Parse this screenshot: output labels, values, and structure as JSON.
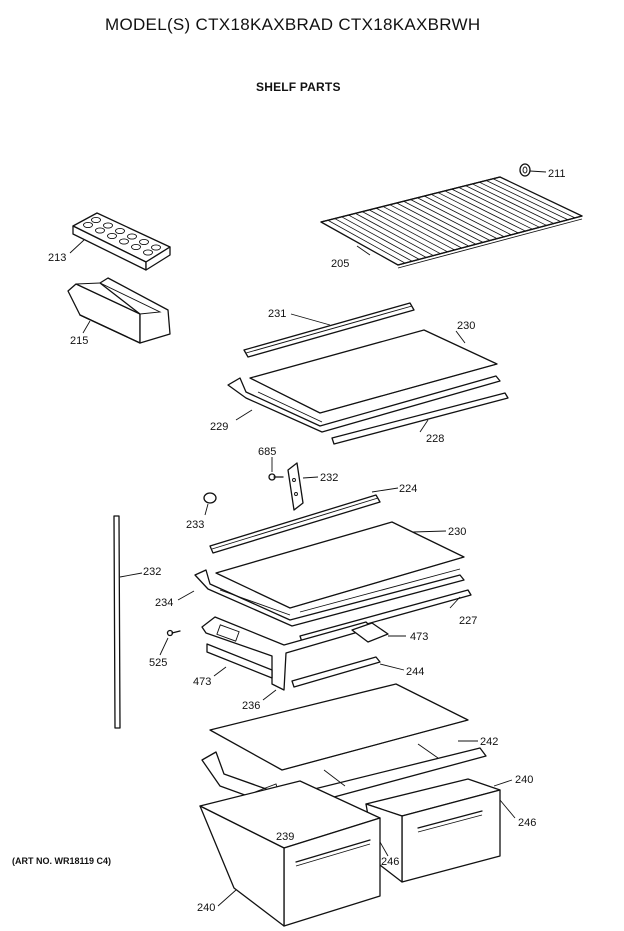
{
  "header": {
    "model_title": "MODEL(S) CTX18KAXBRAD  CTX18KAXBRWH",
    "section_title": "SHELF PARTS"
  },
  "footer": {
    "art_no": "(ART NO. WR18119 C4)"
  },
  "callouts": [
    {
      "id": "211",
      "text": "211"
    },
    {
      "id": "213",
      "text": "213"
    },
    {
      "id": "205",
      "text": "205"
    },
    {
      "id": "215",
      "text": "215"
    },
    {
      "id": "231",
      "text": "231"
    },
    {
      "id": "230a",
      "text": "230"
    },
    {
      "id": "229",
      "text": "229"
    },
    {
      "id": "228",
      "text": "228"
    },
    {
      "id": "685",
      "text": "685"
    },
    {
      "id": "232a",
      "text": "232"
    },
    {
      "id": "224",
      "text": "224"
    },
    {
      "id": "233",
      "text": "233"
    },
    {
      "id": "230b",
      "text": "230"
    },
    {
      "id": "232b",
      "text": "232"
    },
    {
      "id": "234",
      "text": "234"
    },
    {
      "id": "227",
      "text": "227"
    },
    {
      "id": "473a",
      "text": "473"
    },
    {
      "id": "525",
      "text": "525"
    },
    {
      "id": "244",
      "text": "244"
    },
    {
      "id": "473b",
      "text": "473"
    },
    {
      "id": "236",
      "text": "236"
    },
    {
      "id": "242",
      "text": "242"
    },
    {
      "id": "240a",
      "text": "240"
    },
    {
      "id": "246a",
      "text": "246"
    },
    {
      "id": "239",
      "text": "239"
    },
    {
      "id": "246b",
      "text": "246"
    },
    {
      "id": "240b",
      "text": "240"
    }
  ]
}
